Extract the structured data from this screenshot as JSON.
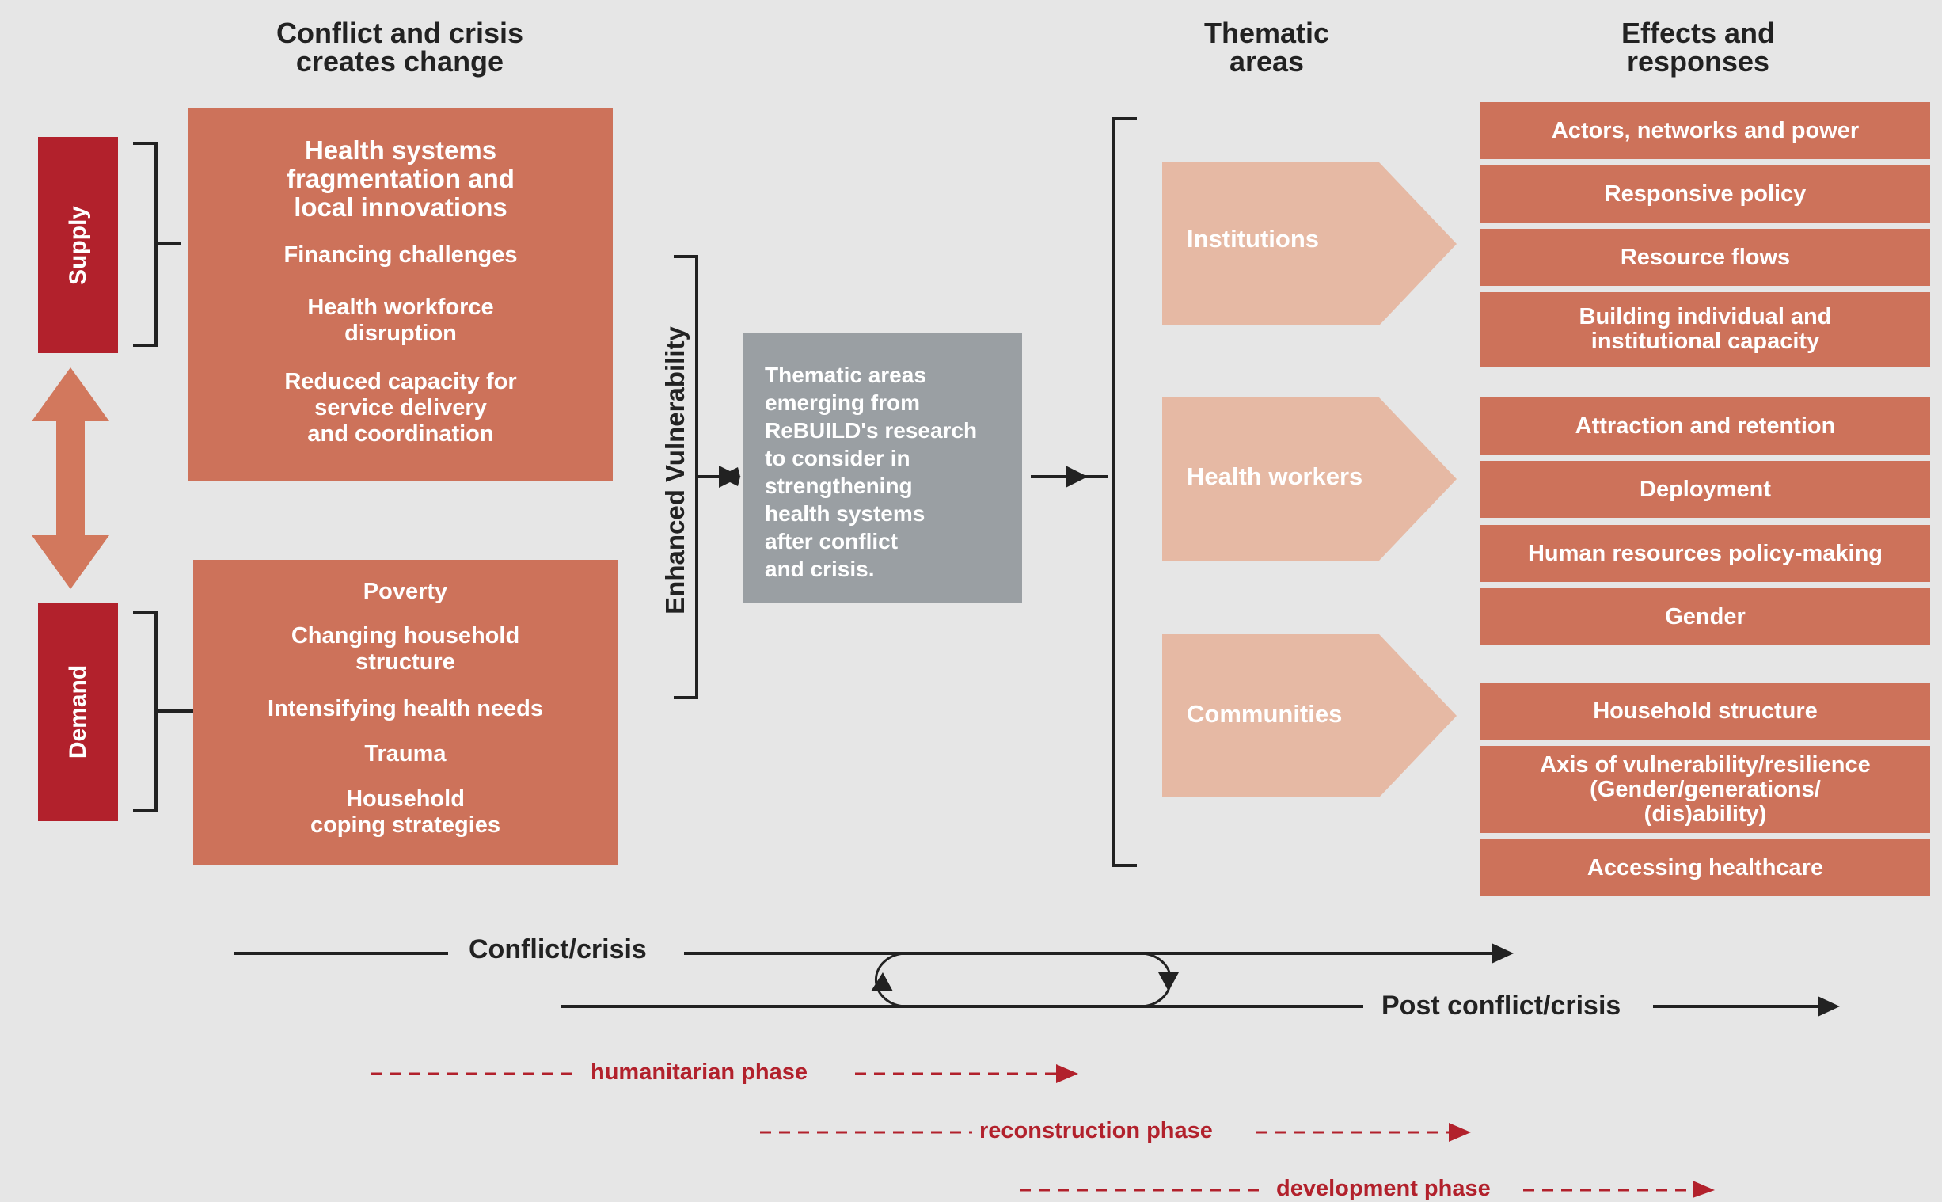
{
  "headers": {
    "conflict": [
      "Conflict and crisis",
      "creates change"
    ],
    "thematic": [
      "Thematic",
      "areas"
    ],
    "effects": [
      "Effects and",
      "responses"
    ]
  },
  "side_labels": {
    "supply": "Supply",
    "demand": "Demand"
  },
  "supply_box": {
    "title": [
      "Health systems",
      "fragmentation and",
      "local innovations"
    ],
    "items": [
      [
        "Financing challenges"
      ],
      [
        "Health workforce",
        "disruption"
      ],
      [
        "Reduced capacity for",
        "service delivery",
        "and coordination"
      ]
    ]
  },
  "demand_box": {
    "items": [
      [
        "Poverty"
      ],
      [
        "Changing household",
        "structure"
      ],
      [
        "Intensifying health needs"
      ],
      [
        "Trauma"
      ],
      [
        "Household",
        "coping strategies"
      ]
    ]
  },
  "vulnerability_label": "Enhanced Vulnerability",
  "central_box": {
    "lines": [
      "Thematic areas",
      "emerging from",
      "ReBUILD's research",
      "to consider in",
      "strengthening",
      "health systems",
      "after conflict",
      "and crisis."
    ]
  },
  "themes": [
    "Institutions",
    "Health workers",
    "Communities"
  ],
  "effects": [
    [
      "Actors, networks and power"
    ],
    [
      "Responsive policy"
    ],
    [
      "Resource flows"
    ],
    [
      "Building individual and",
      "institutional capacity"
    ],
    [
      "Attraction and retention"
    ],
    [
      "Deployment"
    ],
    [
      "Human resources policy-making"
    ],
    [
      "Gender"
    ],
    [
      "Household structure"
    ],
    [
      "Axis of vulnerability/resilience",
      "(Gender/generations/",
      "(dis)ability)"
    ],
    [
      "Accessing healthcare"
    ]
  ],
  "timeline": {
    "conflict": "Conflict/crisis",
    "post": "Post conflict/crisis"
  },
  "phases": [
    "humanitarian phase",
    "reconstruction phase",
    "development phase"
  ],
  "colors": {
    "background": "#e6e6e6",
    "box": "#cd725a",
    "theme_arrow": "#e6b9a4",
    "side_bar": "#b2212c",
    "double_arrow": "#d2785d",
    "central_box": "#9a9fa3",
    "phase": "#b2212c",
    "line": "#222222"
  }
}
